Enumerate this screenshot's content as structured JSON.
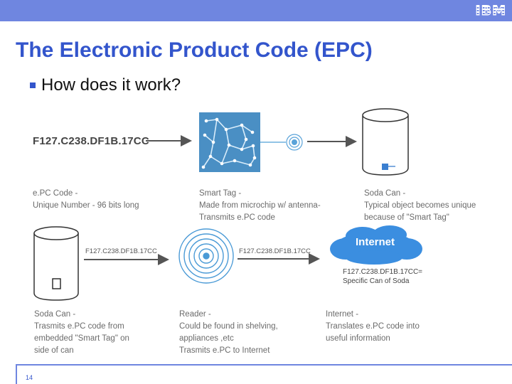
{
  "header": {
    "logo_text": "IBM"
  },
  "slide": {
    "title": "The Electronic Product Code (EPC)",
    "bullet": "How does it work?",
    "page_number": "14"
  },
  "row1": {
    "code": "F127.C238.DF1B.17CC",
    "captions": [
      "e.PC Code -\nUnique Number - 96 bits long",
      "Smart Tag -\nMade from microchip w/ antenna-\nTransmits e.PC code",
      "Soda Can -\nTypical object becomes unique\nbecause of \"Smart Tag\""
    ]
  },
  "row2": {
    "code_left": "F127.C238.DF1B.17CC",
    "code_right": "F127.C238.DF1B.17CC",
    "cloud_label": "Internet",
    "internet_code": "F127.C238.DF1B.17CC=\nSpecific Can of Soda",
    "captions": [
      "Soda Can -\nTrasmits e.PC code from\nembedded \"Smart Tag\" on\nside of can",
      "Reader -\nCould be found in shelving,\nappliances ,etc\nTrasmits e.PC to Internet",
      "Internet -\nTranslates e.PC code into\nuseful information"
    ]
  },
  "icons": [
    "ibm-logo",
    "microchip-tag-icon",
    "antenna-signal-icon",
    "soda-can-icon",
    "reader-waves-icon",
    "internet-cloud-icon",
    "arrow-right-icon"
  ],
  "colors": {
    "accent": "#3355cc",
    "bar": "#6f86e0",
    "chip": "#4a8fc4",
    "cloud": "#3b8ee0"
  }
}
